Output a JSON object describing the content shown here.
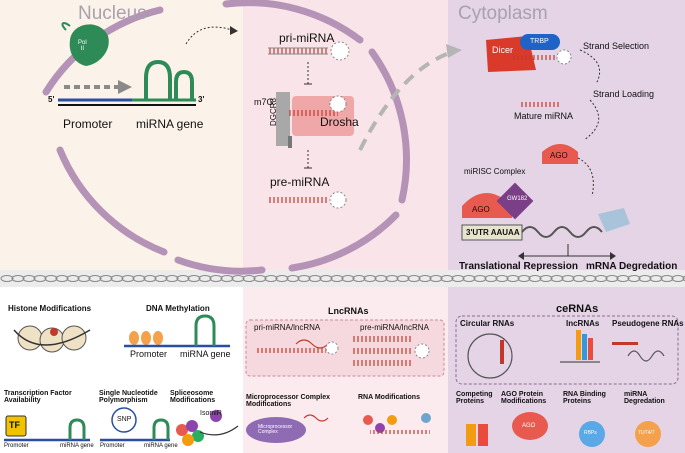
{
  "top": {
    "nucleus_title": "Nucleus",
    "cytoplasm_title": "Cytoplasm",
    "pol_label": "Pol\nII",
    "five_prime": "5'",
    "three_prime": "3'",
    "promoter": "Promoter",
    "mirna_gene": "miRNA gene",
    "pri_mirna": "pri-miRNA",
    "m7g": "m7G",
    "dgcr8": "DGCR8",
    "drosha": "Drosha",
    "pre_mirna": "pre-miRNA",
    "dicer": "Dicer",
    "trbp": "TRBP",
    "strand_selection": "Strand Selection",
    "strand_loading": "Strand Loading",
    "mature_mirna": "Mature miRNA",
    "ago": "AGO",
    "mirisc_complex": "miRISC Complex",
    "gw182": "GW182",
    "utr": "3'UTR AAUAA",
    "translational_repression": "Translational Repression",
    "mrna_degradation": "mRNA Degredation"
  },
  "bottom": {
    "histone": "Histone Modifications",
    "dna_methylation": "DNA Methylation",
    "promoter": "Promoter",
    "mirna_gene": "miRNA gene",
    "tf_availability": "Transcription Factor\nAvailability",
    "tf": "TF",
    "snp_title": "Single Nucleotide\nPolymorphism",
    "snp": "SNP",
    "spliceosome": "Spliceosome\nModifications",
    "isomir": "IsomiR",
    "lncrnas": "LncRNAs",
    "pri_lnc": "pri-miRNA/lncRNA",
    "pre_lnc": "pre-miRNA/lncRNA",
    "microprocessor": "Microprocessor Complex\nModifications",
    "microprocessor_blob": "Microprocessor\nComplex",
    "rna_mods": "RNA Modifications",
    "cernas": "ceRNAs",
    "circular": "Circular RNAs",
    "lncrnas_small": "lncRNAs",
    "pseudogene": "Pseudogene RNAs",
    "competing": "Competing\nProteins",
    "ago_mods": "AGO Protein\nModifications",
    "rbp": "RNA Binding\nProteins",
    "mirna_deg": "miRNA\nDegredation",
    "ago": "AGO",
    "rbps": "RBPs",
    "tut": "TUT4/7"
  },
  "colors": {
    "nucleus_bg": "#fbf3ea",
    "middle_bg": "#f9e4e9",
    "cytoplasm_bg": "#e4d4e6",
    "membrane": "#b493b7",
    "gene_green": "#2e8b57",
    "promoter_blue": "#2b4fa0",
    "ago_red": "#e85a4f",
    "gw182_purple": "#7a3f86",
    "dicer_red": "#d93a2a",
    "trbp_blue": "#1f63c7"
  }
}
